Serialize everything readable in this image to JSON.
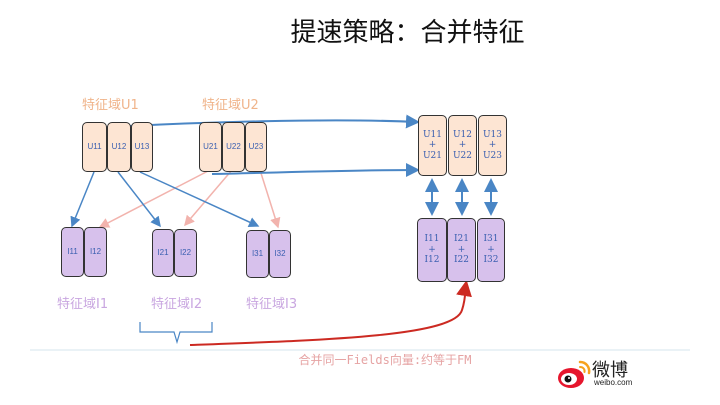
{
  "title": "提速策略：合并特征",
  "user_groups": [
    {
      "label": "特征域U1",
      "fields": [
        "U11",
        "U12",
        "U13"
      ]
    },
    {
      "label": "特征域U2",
      "fields": [
        "U21",
        "U22",
        "U23"
      ]
    }
  ],
  "item_groups": [
    {
      "label": "特征域I1",
      "fields": [
        "I11",
        "I12"
      ]
    },
    {
      "label": "特征域I2",
      "fields": [
        "I21",
        "I22"
      ]
    },
    {
      "label": "特征域I3",
      "fields": [
        "I31",
        "I32"
      ]
    }
  ],
  "merged_user": [
    "U11\n+\nU21",
    "U12\n+\nU22",
    "U13\n+\nU23"
  ],
  "merged_item": [
    "I11\n+\nI12",
    "I21\n+\nI22",
    "I31\n+\nI32"
  ],
  "caption": "合并同一Fields向量:约等于FM",
  "logo": {
    "text": "微博",
    "sub": "weibo.com"
  },
  "colors": {
    "blue_arrow": "#4a86c5",
    "pink_arrow": "#f2b3ad",
    "red_arrow": "#cc2a22",
    "user_fill": "#fde5d3",
    "item_fill": "#d7c1ec"
  }
}
